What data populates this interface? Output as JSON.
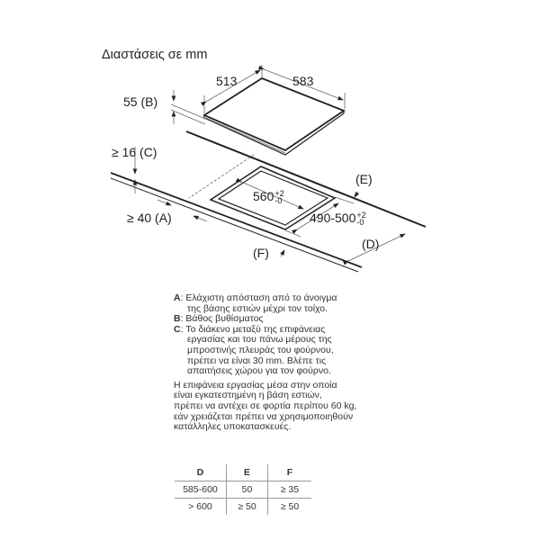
{
  "title": "Διαστάσεις σε mm",
  "diagram": {
    "hob_depth": "513",
    "hob_width": "583",
    "hob_height": "55 (B)",
    "gap_c": "≥ 16 (C)",
    "gap_a": "≥ 40 (A)",
    "cutout_width": "560",
    "cutout_width_tol_plus": "+2",
    "cutout_width_tol_minus": "-0",
    "cutout_depth": "490-500",
    "cutout_depth_tol_plus": "+2",
    "cutout_depth_tol_minus": "-0",
    "label_e": "(E)",
    "label_d": "(D)",
    "label_f": "(F)"
  },
  "notes": {
    "a_key": "A",
    "a_line1": ": Ελάχιστη απόσταση από το άνοιγμα",
    "a_line2": "της βάσης εστιών μέχρι τον τοίχο.",
    "b_key": "B",
    "b_line1": ": Βάθος βυθίσματος",
    "c_key": "C",
    "c_line1": ": Το διάκενο μεταξύ της επιφάνειας",
    "c_line2": "εργασίας και του πάνω μέρους της",
    "c_line3": "μπροστινής πλευράς του φούρνου,",
    "c_line4": "πρέπει να είναι 30 mm. Βλέπε τις",
    "c_line5": "απαιτήσεις χώρου για τον φούρνο.",
    "p_line1": "Η επιφάνεια εργασίας μέσα στην οποία",
    "p_line2": "είναι εγκατεστημένη η βάση εστιών,",
    "p_line3": "πρέπει να αντέχει σε φορτία περίπου 60 kg,",
    "p_line4": "εάν χρειάζεται πρέπει να χρησιμοποιηθούν",
    "p_line5": "κατάλληλες υποκατασκευές."
  },
  "table": {
    "headers": [
      "D",
      "E",
      "F"
    ],
    "rows": [
      [
        "585-600",
        "50",
        "≥ 35"
      ],
      [
        "> 600",
        "≥ 50",
        "≥ 50"
      ]
    ]
  }
}
